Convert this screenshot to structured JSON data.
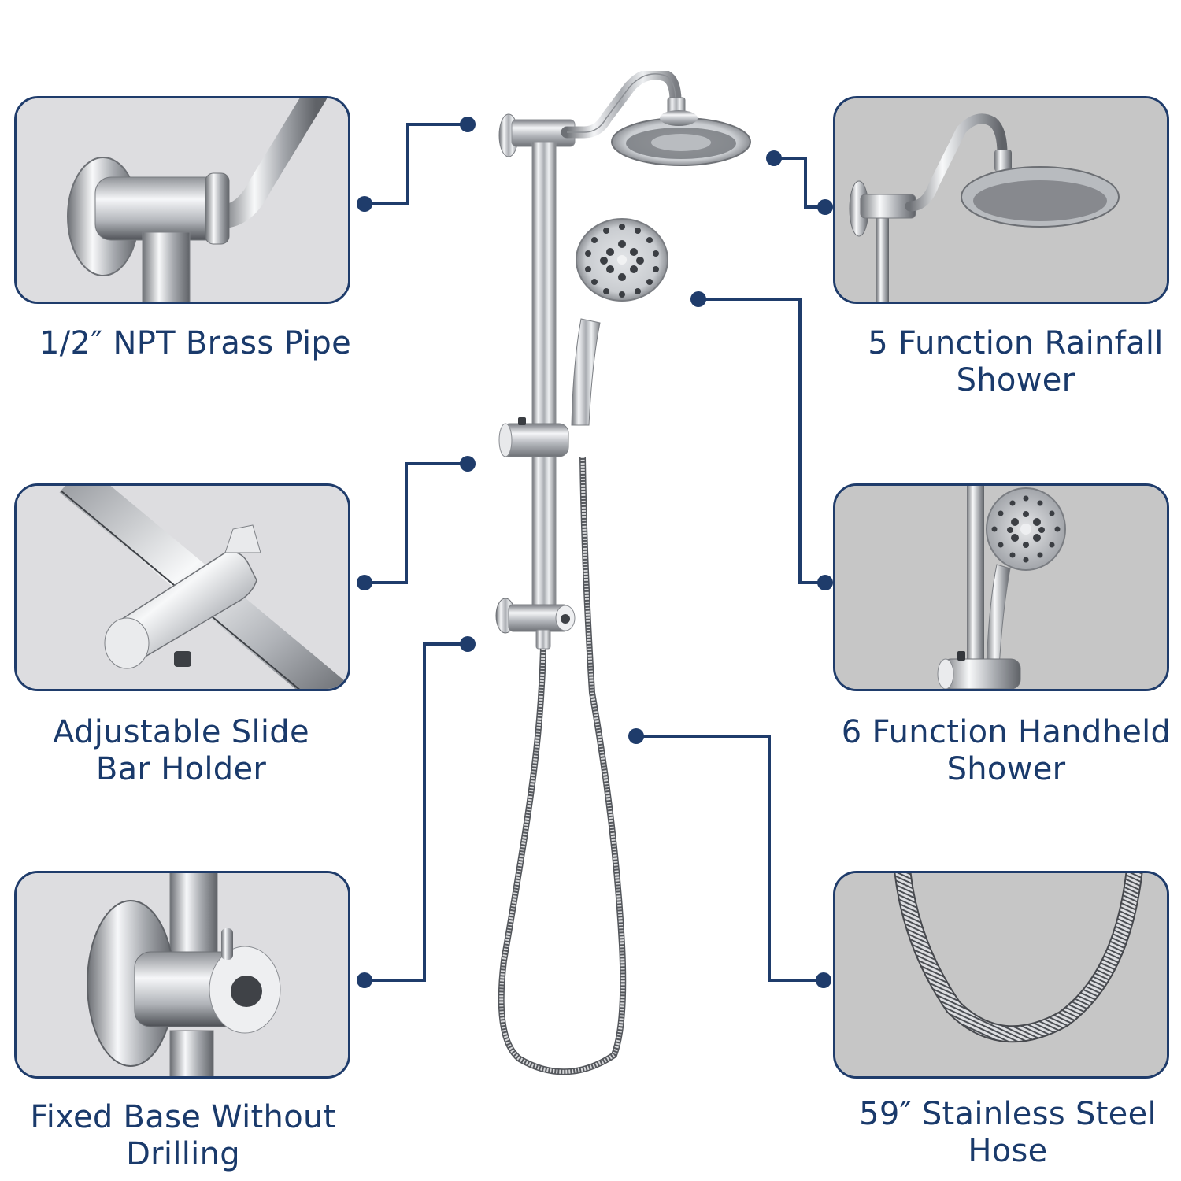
{
  "colors": {
    "accent_navy": "#1f3c6b",
    "label_text": "#1a3a6b",
    "panel_light": "#dddde0",
    "panel_gray": "#c6c6c6",
    "background": "#ffffff"
  },
  "features": {
    "left": [
      {
        "id": "brass-pipe",
        "lines": [
          "1/2″ NPT Brass Pipe"
        ],
        "image": "wall-mount-elbow-chrome"
      },
      {
        "id": "slide-bar-holder",
        "lines": [
          "Adjustable Slide",
          "Bar Holder"
        ],
        "image": "slide-bar-holder-chrome"
      },
      {
        "id": "fixed-base",
        "lines": [
          "Fixed Base Without",
          "Drilling"
        ],
        "image": "fixed-base-bracket-chrome"
      }
    ],
    "right": [
      {
        "id": "rainfall-shower",
        "lines": [
          "5 Function Rainfall",
          "Shower"
        ],
        "image": "rainfall-shower-head-with-water"
      },
      {
        "id": "handheld-shower",
        "lines": [
          "6 Function Handheld",
          "Shower"
        ],
        "image": "handheld-shower-on-bar"
      },
      {
        "id": "steel-hose",
        "lines": [
          "59″ Stainless Steel",
          "Hose"
        ],
        "image": "stainless-steel-hose-loop"
      }
    ]
  },
  "center_product": "shower-system-with-rainfall-head-handheld-slide-bar-and-hose"
}
